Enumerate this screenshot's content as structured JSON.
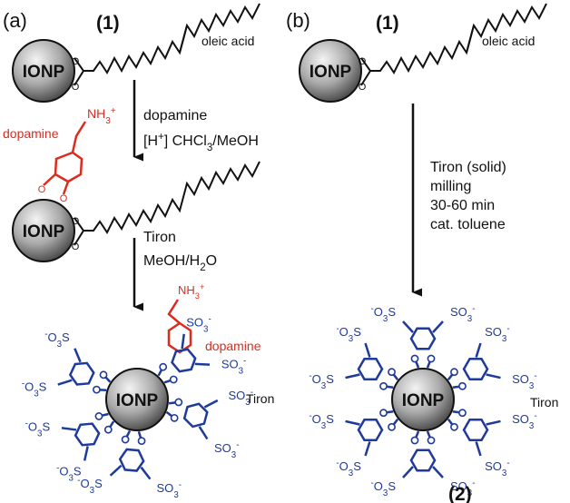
{
  "panels": {
    "a": {
      "label": "(a)",
      "compound_label": "(1)",
      "oleic_label": "oleic acid",
      "particle_label": "IONP",
      "dopamine_label": "dopamine",
      "ammonium": "NH3+",
      "step1_reagent": "dopamine",
      "step1_conditions": "[H+] CHCl3/MeOH",
      "step2_reagent": "Tiron",
      "step2_conditions": "MeOH/H2O",
      "product_dopamine_label": "dopamine",
      "product_tiron_label": "Tiron",
      "sulfonate_right": "SO3-",
      "sulfonate_left": "-O3S"
    },
    "b": {
      "label": "(b)",
      "compound_label": "(1)",
      "oleic_label": "oleic acid",
      "particle_label": "IONP",
      "conditions": [
        "Tiron (solid)",
        "milling",
        "30-60 min",
        "cat. toluene"
      ],
      "product_tiron_label": "Tiron",
      "product_label": "(2)",
      "sulfonate_right": "SO3-",
      "sulfonate_left": "-O3S"
    }
  },
  "colors": {
    "ligand_blue": "#1e3a9a",
    "dopamine_red": "#dd2b1e",
    "text": "#111111",
    "particle_light": "#f2f2f2",
    "particle_dark": "#4a4a4a"
  }
}
